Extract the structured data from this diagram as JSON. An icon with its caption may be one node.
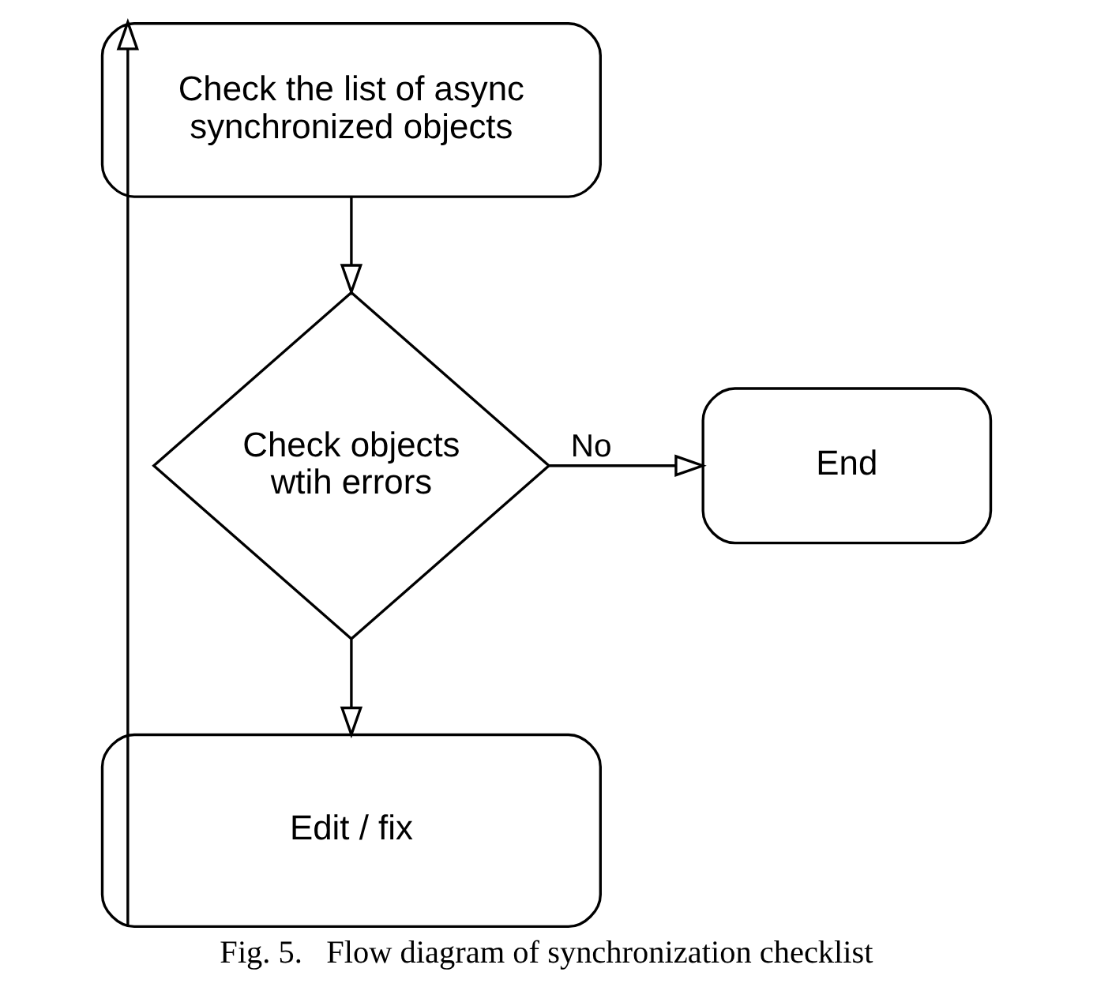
{
  "diagram": {
    "caption": "Fig. 5.   Flow diagram of synchronization checklist",
    "nodes": [
      {
        "text": [
          "Check the list of async synchronized objects"
        ]
      },
      {
        "text": [
          "Check objects wtih errors"
        ]
      },
      {
        "text": [
          "End"
        ]
      },
      {
        "text": [
          "Edit / fix"
        ]
      }
    ],
    "edges": [
      {
        "from": 0,
        "to": 1,
        "arrow": "to"
      },
      {
        "from": 1,
        "to": 2,
        "arrow": "to",
        "label": "No"
      },
      {
        "from": 1,
        "to": 3,
        "arrow": "to"
      },
      {
        "from": 3,
        "to": 0,
        "arrow": "to"
      }
    ]
  }
}
